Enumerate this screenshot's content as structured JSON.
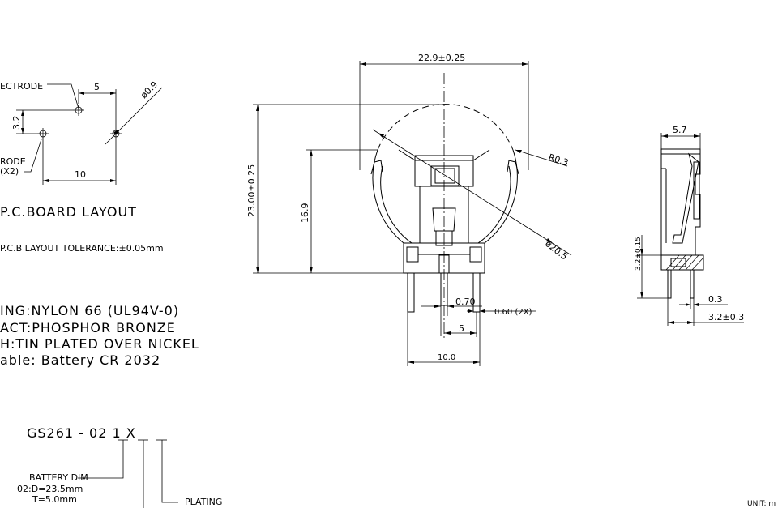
{
  "pcb_layout": {
    "electrode_top": "ECTRODE",
    "electrode_bottom": "RODE",
    "electrode_bottom_count": "(X2)",
    "dim_5": "5",
    "dim_3_2": "3.2",
    "dim_10": "10",
    "dim_hole": "ø0.9",
    "title": "P.C.BOARD   LAYOUT",
    "tolerance": "P.C.B LAYOUT TOLERANCE:±0.05mm"
  },
  "specs": {
    "line1": "ING:NYLON 66 (UL94V-0)",
    "line2": "ACT:PHOSPHOR BRONZE",
    "line3": "H:TIN PLATED OVER NICKEL",
    "line4": "able: Battery CR 2032"
  },
  "front_view": {
    "width_dim": "22.9±0.25",
    "height_dim": "23.00±0.25",
    "height_inner": "16.9",
    "radius": "R0.3",
    "diameter": "ø20.5",
    "pin_pitch_small": "0.70",
    "pin_width": "0.60 (2X)",
    "pitch_5": "5",
    "pitch_10": "10.0"
  },
  "side_view": {
    "width": "5.7",
    "height": "3.2±0.15",
    "thickness": "0.3",
    "base": "3.2±0.3"
  },
  "part_number": {
    "code": "GS261 - 02 1 X",
    "battery_dim_label": "BATTERY DIM",
    "battery_dim_d": "02:D=23.5mm",
    "battery_dim_t": "T=5.0mm",
    "plating_label": "PLATING"
  },
  "unit_label": "UNIT: m"
}
